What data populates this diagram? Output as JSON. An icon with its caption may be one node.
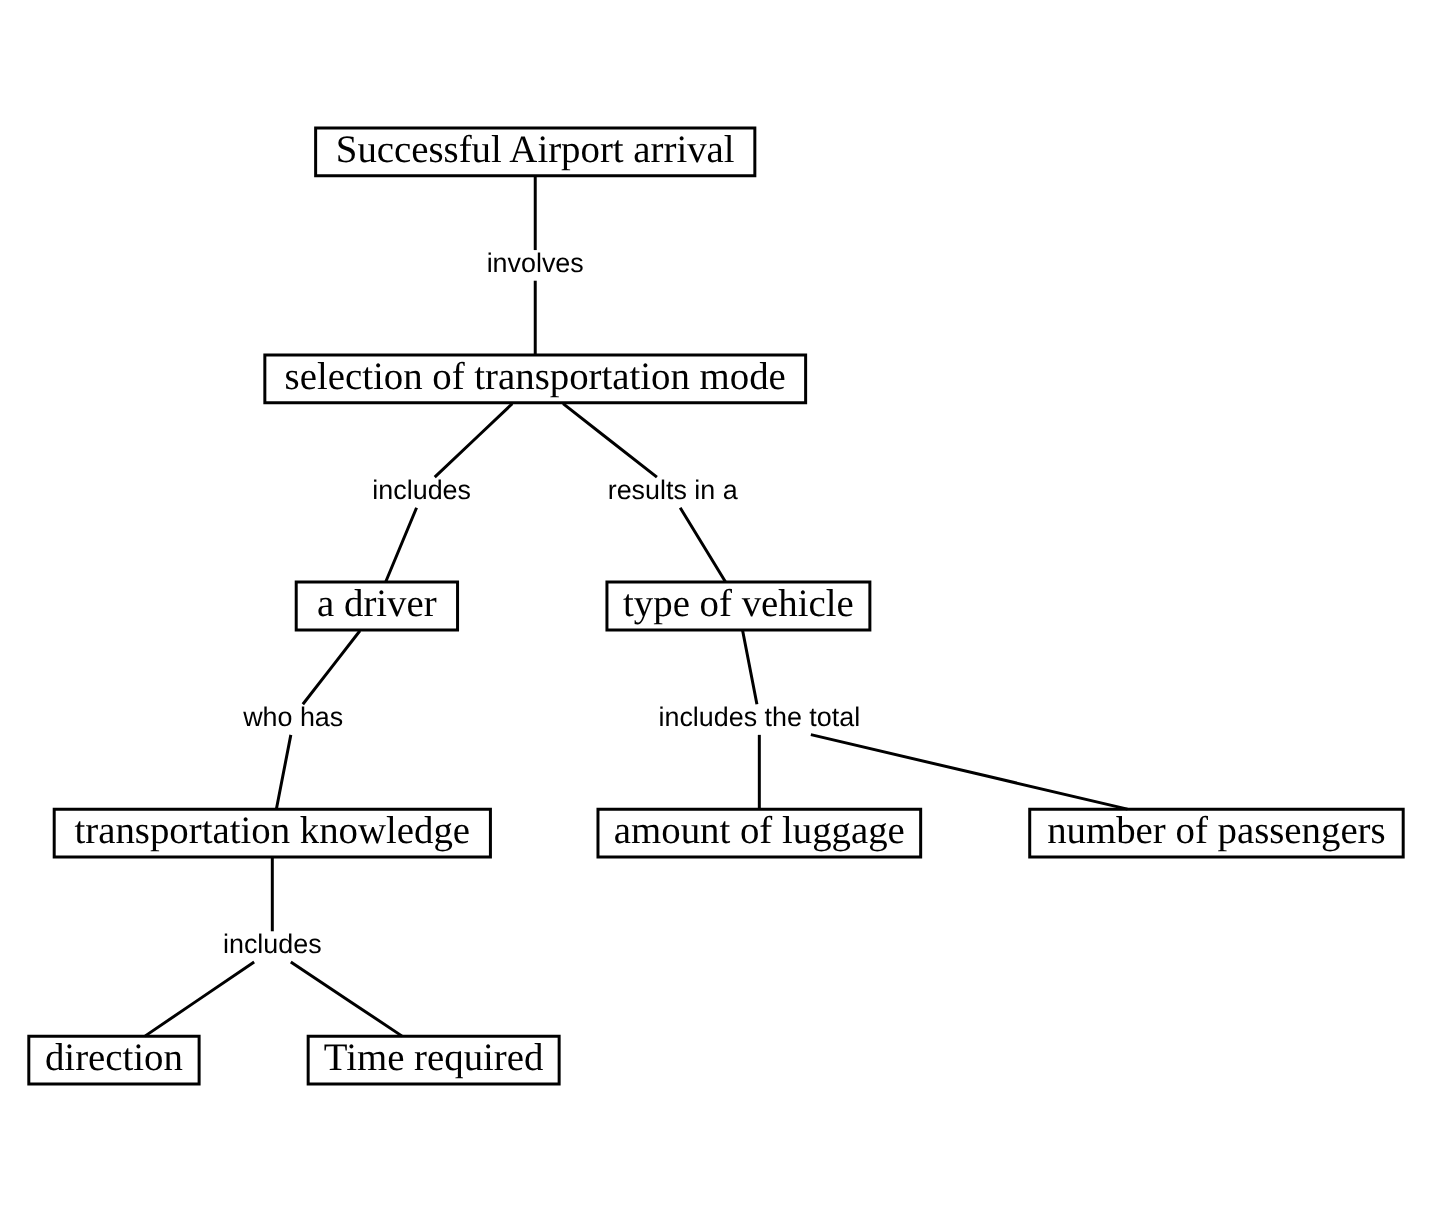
{
  "diagram": {
    "nodes": [
      {
        "text": [
          "Successful Airport arrival"
        ]
      },
      {
        "text": [
          "involves"
        ]
      },
      {
        "text": [
          "selection of transportation mode"
        ]
      },
      {
        "text": [
          "includes"
        ]
      },
      {
        "text": [
          "results in a"
        ]
      },
      {
        "text": [
          "a driver"
        ]
      },
      {
        "text": [
          "who has"
        ]
      },
      {
        "text": [
          "type of vehicle"
        ]
      },
      {
        "text": [
          "transportation knowledge"
        ]
      },
      {
        "text": [
          "includes"
        ]
      },
      {
        "text": [
          "includes the total"
        ]
      },
      {
        "text": [
          "direction"
        ]
      },
      {
        "text": [
          "Time required"
        ]
      },
      {
        "text": [
          "amount of luggage"
        ]
      },
      {
        "text": [
          "number of passengers"
        ]
      }
    ],
    "edges": [
      {
        "from": 0,
        "to": 1,
        "arrow": "none"
      },
      {
        "from": 1,
        "to": 2,
        "arrow": "none"
      },
      {
        "from": 2,
        "to": 3,
        "arrow": "none"
      },
      {
        "from": 3,
        "to": 5,
        "arrow": "none"
      },
      {
        "from": 2,
        "to": 4,
        "arrow": "none"
      },
      {
        "from": 4,
        "to": 7,
        "arrow": "none"
      },
      {
        "from": 5,
        "to": 6,
        "arrow": "none"
      },
      {
        "from": 6,
        "to": 8,
        "arrow": "none"
      },
      {
        "from": 8,
        "to": 9,
        "arrow": "none"
      },
      {
        "from": 9,
        "to": 11,
        "arrow": "none"
      },
      {
        "from": 9,
        "to": 12,
        "arrow": "none"
      },
      {
        "from": 7,
        "to": 10,
        "arrow": "none"
      },
      {
        "from": 10,
        "to": 13,
        "arrow": "none"
      },
      {
        "from": 10,
        "to": 14,
        "arrow": "none"
      }
    ]
  }
}
